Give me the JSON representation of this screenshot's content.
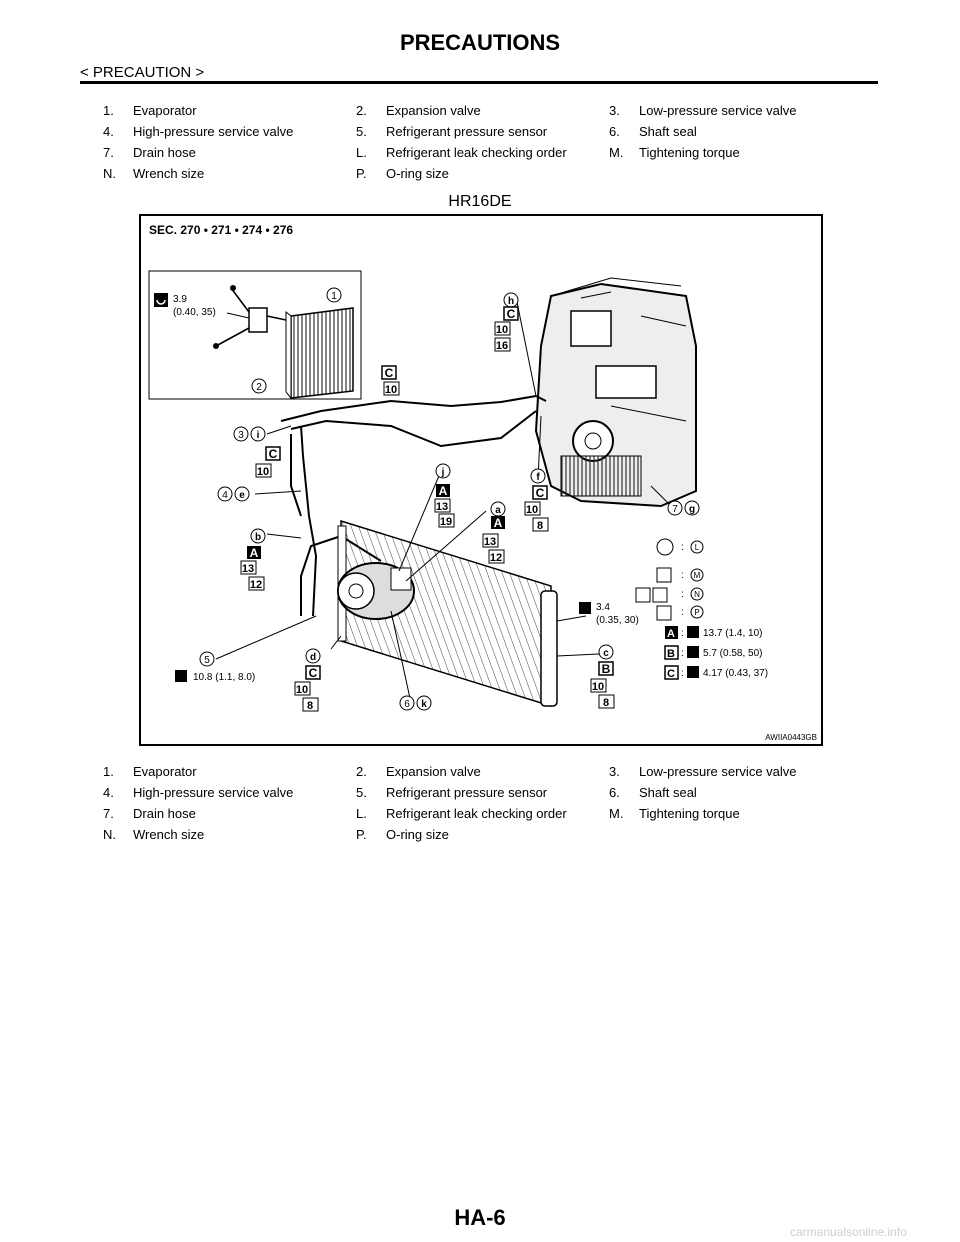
{
  "header": {
    "title": "PRECAUTIONS",
    "section": "< PRECAUTION >"
  },
  "legend_top": [
    [
      "1.",
      "Evaporator",
      "2.",
      "Expansion valve",
      "3.",
      "Low-pressure service valve"
    ],
    [
      "4.",
      "High-pressure service valve",
      "5.",
      "Refrigerant pressure sensor",
      "6.",
      "Shaft seal"
    ],
    [
      "7.",
      "Drain hose",
      "L.",
      "Refrigerant leak checking order",
      "M.",
      "Tightening torque"
    ],
    [
      "N.",
      "Wrench size",
      "P.",
      "O-ring size",
      "",
      ""
    ]
  ],
  "engine_label": "HR16DE",
  "diagram": {
    "sec": "SEC. 270 • 271 • 274 • 276",
    "inset_torque": "3.9",
    "inset_torque_2": "(0.40, 35)",
    "sensor_torque": "10.8 (1.1, 8.0)",
    "receiver_torque": "3.4",
    "receiver_torque_2": "(0.35, 30)",
    "code": "AWIIA0443GB",
    "callouts": [
      "1",
      "2",
      "3",
      "4",
      "5",
      "6",
      "7",
      "h",
      "i",
      "e",
      "b",
      "d",
      "k",
      "g",
      "j",
      "a",
      "f",
      "c"
    ],
    "sizes": [
      "10",
      "16",
      "10",
      "10",
      "13",
      "19",
      "13",
      "12",
      "10",
      "8",
      "13",
      "12",
      "10",
      "8",
      "10",
      "8"
    ],
    "key": [
      {
        "sym": "L"
      },
      {
        "sym": "M"
      },
      {
        "sym": "N"
      },
      {
        "sym": "P"
      },
      {
        "box": "A",
        "value": "13.7 (1.4, 10)"
      },
      {
        "box": "B",
        "value": "5.7 (0.58, 50)"
      },
      {
        "box": "C",
        "value": "4.17 (0.43, 37)"
      }
    ]
  },
  "legend_bottom": [
    [
      "1.",
      "Evaporator",
      "2.",
      "Expansion valve",
      "3.",
      "Low-pressure service valve"
    ],
    [
      "4.",
      "High-pressure service valve",
      "5.",
      "Refrigerant pressure sensor",
      "6.",
      "Shaft seal"
    ],
    [
      "7.",
      "Drain hose",
      "L.",
      "Refrigerant leak checking order",
      "M.",
      "Tightening torque"
    ],
    [
      "N.",
      "Wrench size",
      "P.",
      "O-ring size",
      "",
      ""
    ]
  ],
  "footer": {
    "page": "HA-6",
    "watermark": "carmanualsonline.info"
  }
}
